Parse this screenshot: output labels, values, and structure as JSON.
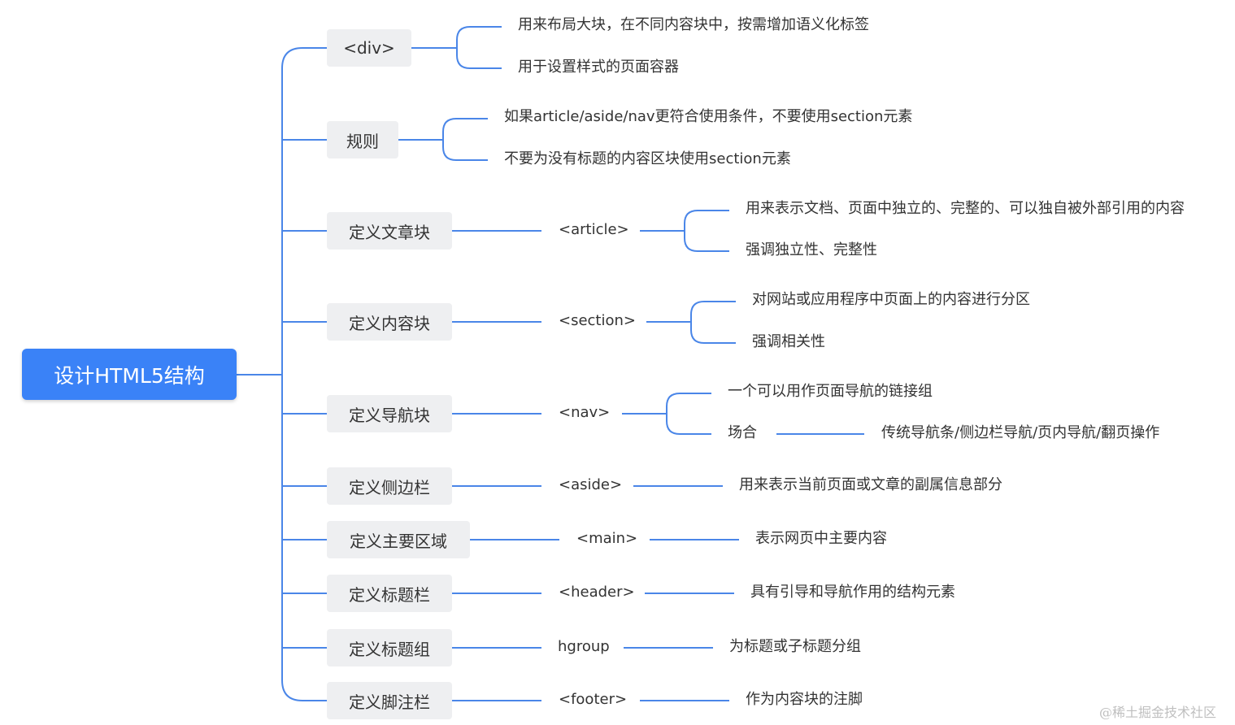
{
  "root": "设计HTML5结构",
  "branches": [
    {
      "label": "<div>",
      "children": [
        "用来布局大块，在不同内容块中，按需增加语义化标签",
        "用于设置样式的页面容器"
      ]
    },
    {
      "label": "规则",
      "children": [
        "如果article/aside/nav更符合使用条件，不要使用section元素",
        "不要为没有标题的内容区块使用section元素"
      ]
    },
    {
      "label": "定义文章块",
      "tag": "<article>",
      "children": [
        "用来表示文档、页面中独立的、完整的、可以独自被外部引用的内容",
        "强调独立性、完整性"
      ]
    },
    {
      "label": "定义内容块",
      "tag": "<section>",
      "children": [
        "对网站或应用程序中页面上的内容进行分区",
        "强调相关性"
      ]
    },
    {
      "label": "定义导航块",
      "tag": "<nav>",
      "children": [
        "一个可以用作页面导航的链接组",
        "场合"
      ],
      "grandchild": "传统导航条/侧边栏导航/页内导航/翻页操作"
    },
    {
      "label": "定义侧边栏",
      "tag": "<aside>",
      "children": [
        "用来表示当前页面或文章的副属信息部分"
      ]
    },
    {
      "label": "定义主要区域",
      "tag": "<main>",
      "children": [
        "表示网页中主要内容"
      ]
    },
    {
      "label": "定义标题栏",
      "tag": "<header>",
      "children": [
        "具有引导和导航作用的结构元素"
      ]
    },
    {
      "label": "定义标题组",
      "tag": "hgroup",
      "children": [
        "为标题或子标题分组"
      ]
    },
    {
      "label": "定义脚注栏",
      "tag": "<footer>",
      "children": [
        "作为内容块的注脚"
      ]
    }
  ],
  "watermark": "@稀土掘金技术社区",
  "colors": {
    "accent": "#3a82f7",
    "line": "#4a86e8",
    "branch_bg": "#eeeff1",
    "text": "#333333"
  }
}
